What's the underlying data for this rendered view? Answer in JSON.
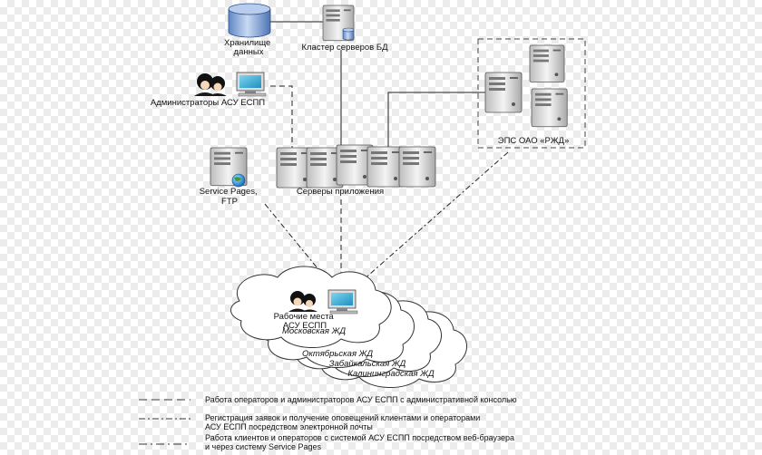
{
  "nodes": {
    "storage": "Хранилище данных",
    "db_cluster": "Кластер серверов БД",
    "admins": "Администраторы АСУ ЕСПП",
    "eps": "ЭПС ОАО «РЖД»",
    "service_pages_line1": "Service Pages,",
    "service_pages_line2": "FTP",
    "app_servers": "Серверы приложения",
    "workplaces_line1": "Рабочие места",
    "workplaces_line2": "АСУ ЕСПП"
  },
  "railways": [
    "Московская ЖД",
    "Октябрьская ЖД",
    "Забайкальская ЖД",
    "Калининградская ЖД"
  ],
  "legend": [
    {
      "text": "Работа операторов и администраторов АСУ ЕСПП с административной консолью"
    },
    {
      "text": "Регистрация заявок и получение оповещений клиентами и операторами АСУ ЕСПП посредством электронной почты"
    },
    {
      "text": "Работа клиентов и операторов с системой АСУ ЕСПП посредством веб-браузера и через систему Service Pages"
    }
  ]
}
